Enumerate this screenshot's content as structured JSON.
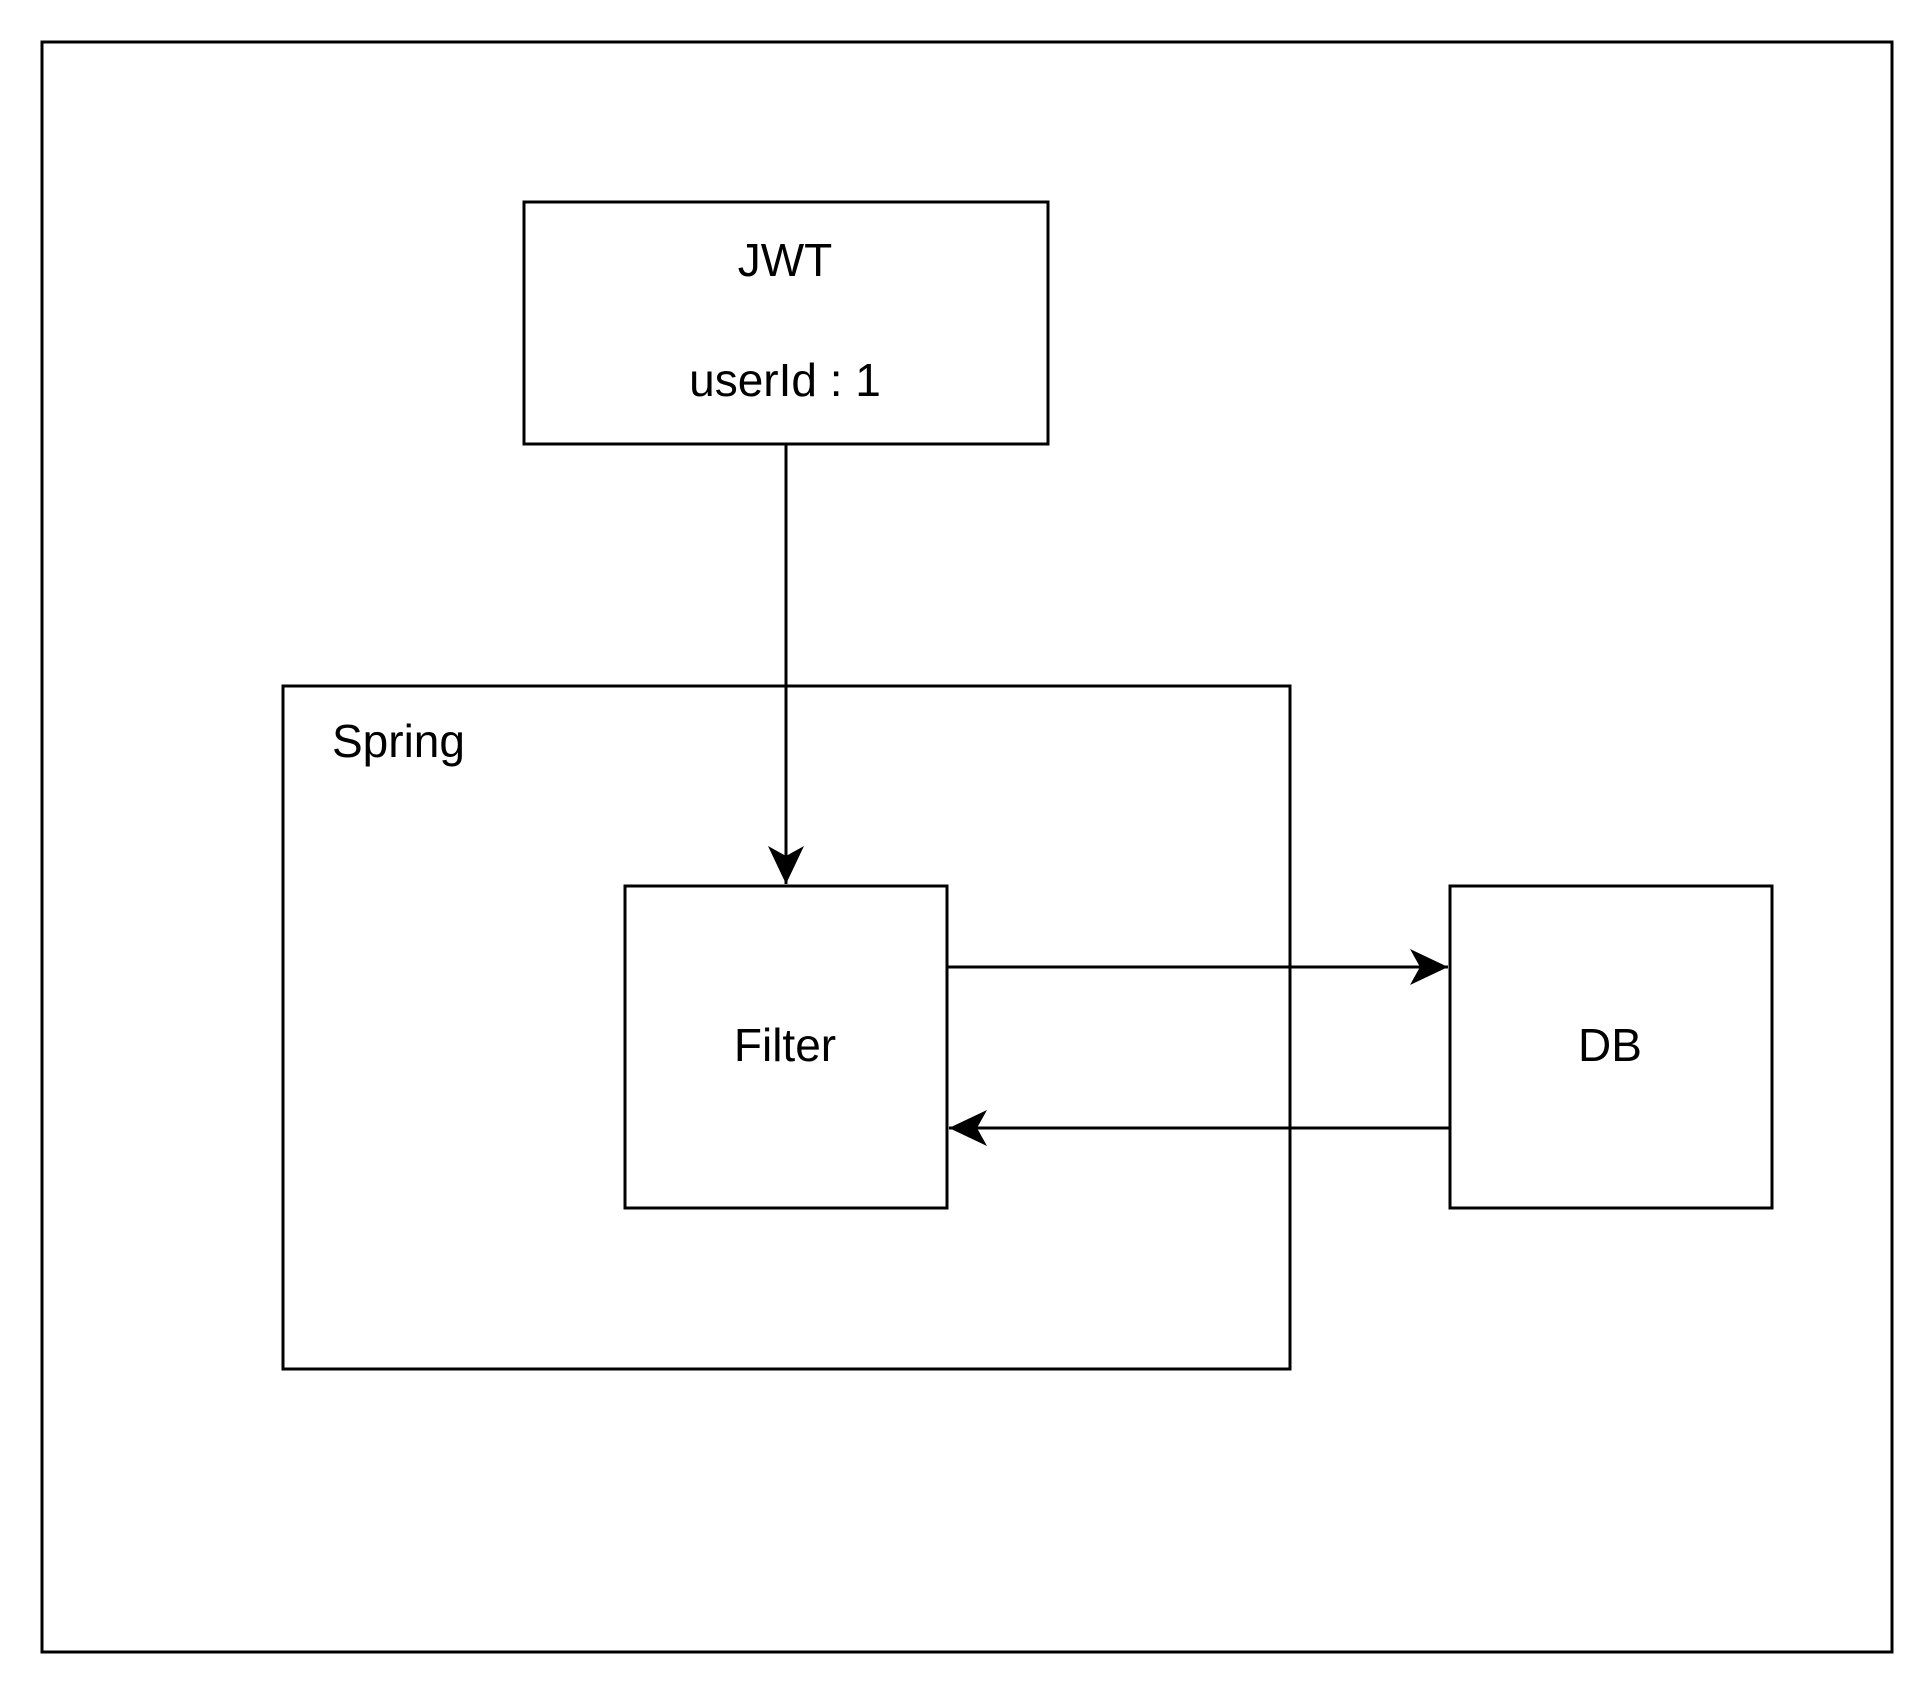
{
  "nodes": {
    "jwt": {
      "title": "JWT",
      "detail": "userId : 1"
    },
    "spring": {
      "label": "Spring"
    },
    "filter": {
      "label": "Filter"
    },
    "db": {
      "label": "DB"
    }
  },
  "edges": [
    {
      "from": "jwt",
      "to": "filter"
    },
    {
      "from": "filter",
      "to": "db"
    },
    {
      "from": "db",
      "to": "filter"
    }
  ],
  "colors": {
    "stroke": "#000000",
    "background": "#ffffff"
  }
}
